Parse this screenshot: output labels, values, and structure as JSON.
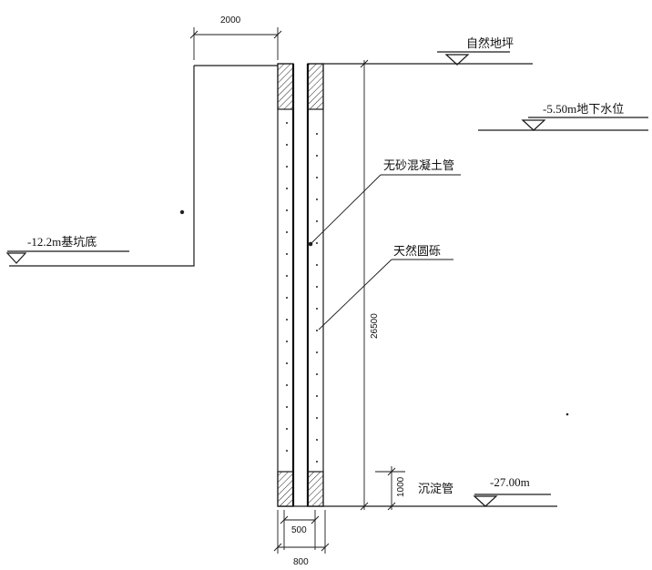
{
  "labels": {
    "ground": "自然地坪",
    "water_table": "-5.50m地下水位",
    "pit_bottom": "-12.2m基坑底",
    "pipe": "无砂混凝土管",
    "gravel": "天然圆砾",
    "sediment": "沉淀管",
    "bottom_elev": "-27.00m"
  },
  "dimensions": {
    "offset": "2000",
    "depth": "26500",
    "sediment_len": "1000",
    "inner_dia": "500",
    "outer_dia": "800"
  }
}
